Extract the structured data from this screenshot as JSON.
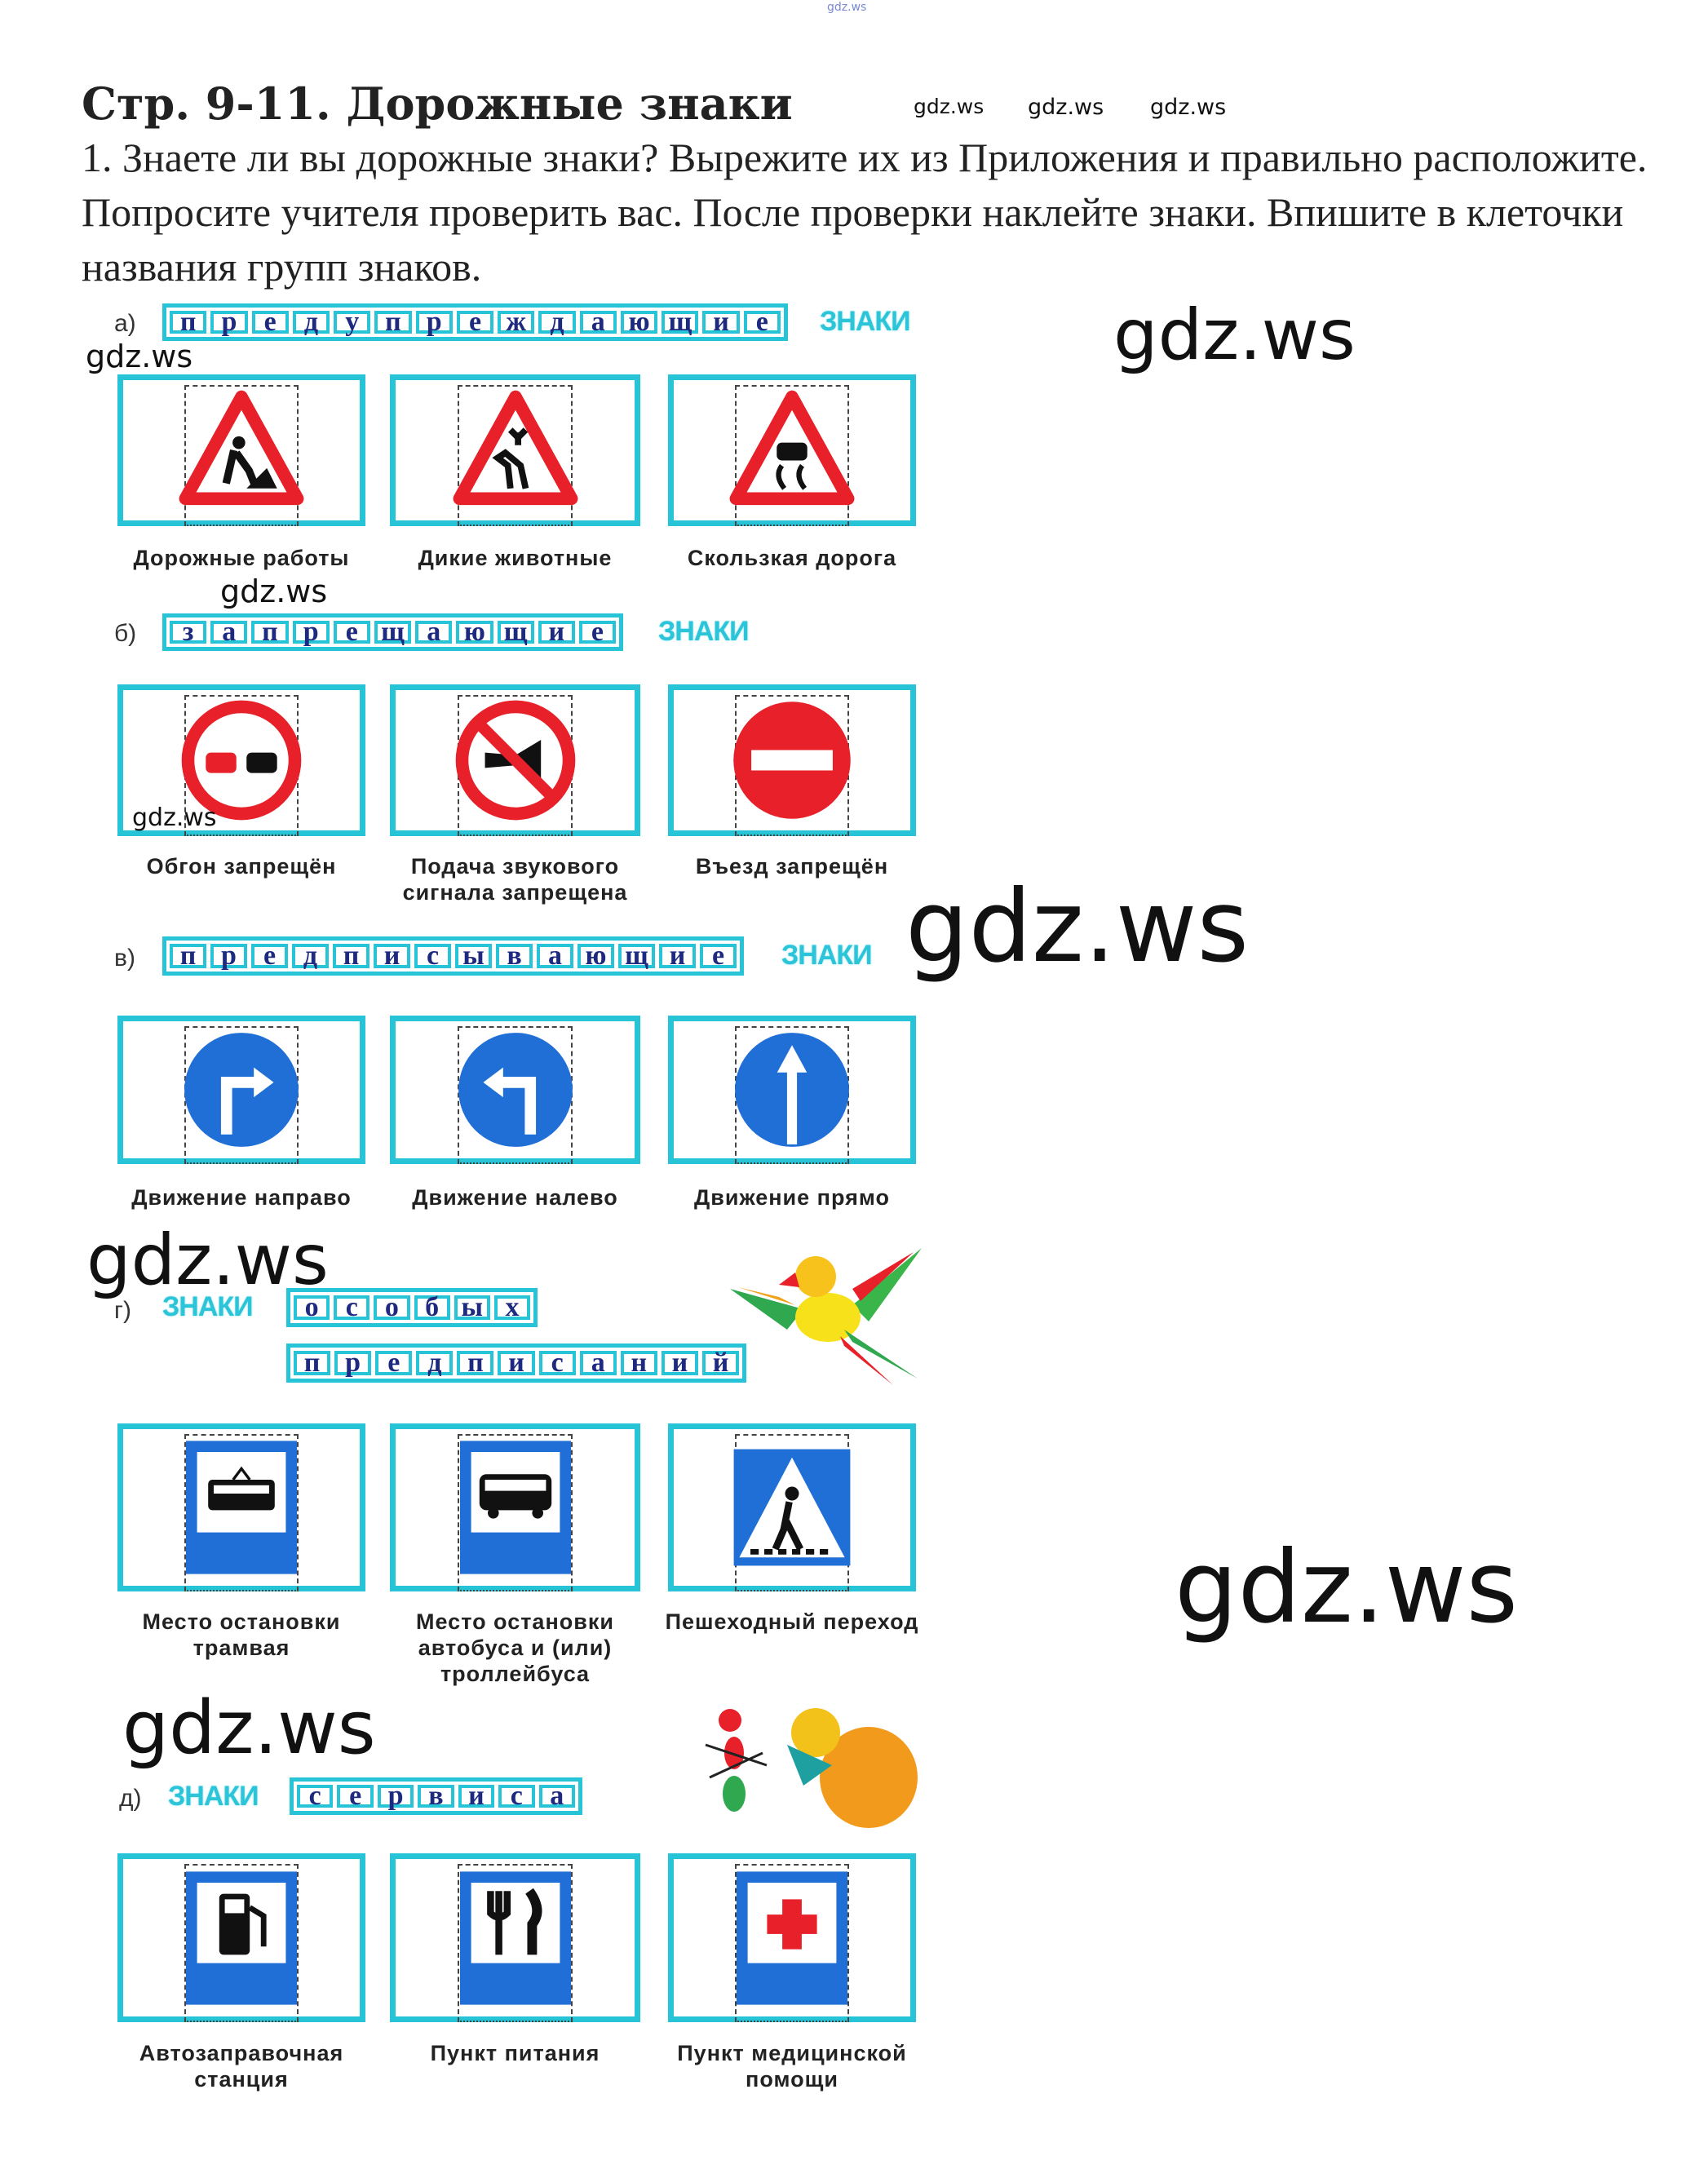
{
  "header": {
    "title": "Стр. 9-11. Дорожные знаки",
    "task": "1. Знаете ли вы дорожные знаки? Вырежите их из Приложения и правильно расположите. Попросите учителя проверить вас. После проверки наклейте знаки. Впишите в клеточки названия групп знаков."
  },
  "znaki_label": "ЗНАКИ",
  "sections": [
    {
      "label": "а)",
      "words": [
        [
          "п",
          "р",
          "е",
          "д",
          "у",
          "п",
          "р",
          "е",
          "ж",
          "д",
          "а",
          "ю",
          "щ",
          "и",
          "е"
        ]
      ],
      "signs": [
        {
          "icon": "road-works-sign",
          "caption": "Дорожные работы"
        },
        {
          "icon": "wild-animals-sign",
          "caption": "Дикие животные"
        },
        {
          "icon": "slippery-road-sign",
          "caption": "Скользкая дорога"
        }
      ]
    },
    {
      "label": "б)",
      "words": [
        [
          "з",
          "а",
          "п",
          "р",
          "е",
          "щ",
          "а",
          "ю",
          "щ",
          "и",
          "е"
        ]
      ],
      "signs": [
        {
          "icon": "no-overtaking-sign",
          "caption": "Обгон запрещён"
        },
        {
          "icon": "no-horn-sign",
          "caption": "Подача звукового сигнала запрещена"
        },
        {
          "icon": "no-entry-sign",
          "caption": "Въезд запрещён"
        }
      ]
    },
    {
      "label": "в)",
      "words": [
        [
          "п",
          "р",
          "е",
          "д",
          "п",
          "и",
          "с",
          "ы",
          "в",
          "а",
          "ю",
          "щ",
          "и",
          "е"
        ]
      ],
      "signs": [
        {
          "icon": "turn-right-sign",
          "caption": "Движение направо"
        },
        {
          "icon": "turn-left-sign",
          "caption": "Движение налево"
        },
        {
          "icon": "straight-sign",
          "caption": "Движение прямо"
        }
      ]
    },
    {
      "label": "г)",
      "words": [
        [
          "о",
          "с",
          "о",
          "б",
          "ы",
          "х"
        ],
        [
          "п",
          "р",
          "е",
          "д",
          "п",
          "и",
          "с",
          "а",
          "н",
          "и",
          "й"
        ]
      ],
      "signs": [
        {
          "icon": "tram-stop-sign",
          "caption": "Место остановки трамвая"
        },
        {
          "icon": "bus-stop-sign",
          "caption": "Место остановки автобуса и (или) троллейбуса"
        },
        {
          "icon": "crosswalk-sign",
          "caption": "Пешеходный переход"
        }
      ]
    },
    {
      "label": "д)",
      "words": [
        [
          "с",
          "е",
          "р",
          "в",
          "и",
          "с",
          "а"
        ]
      ],
      "signs": [
        {
          "icon": "fuel-station-sign",
          "caption": "Автозаправочная станция"
        },
        {
          "icon": "food-sign",
          "caption": "Пункт питания"
        },
        {
          "icon": "first-aid-sign",
          "caption": "Пункт медицинской помощи"
        }
      ]
    }
  ],
  "watermark": "gdz.ws",
  "colors": {
    "cyan": "#27c3d6",
    "red": "#e8202a",
    "blue": "#1f6fd6",
    "letters": "#1d2a80"
  }
}
